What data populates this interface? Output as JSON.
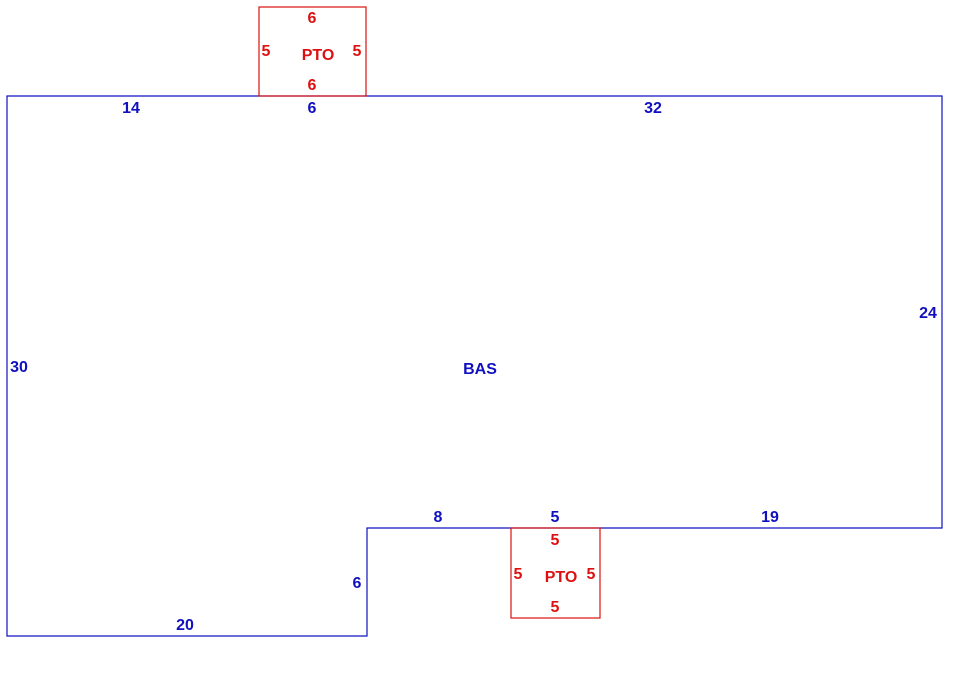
{
  "colors": {
    "base": "#1010c0",
    "addition": "#dd1111"
  },
  "base": {
    "label": "BAS",
    "dimensions": {
      "top_left": "14",
      "top_mid": "6",
      "top_right": "32",
      "right": "24",
      "left": "30",
      "bottom_left": "20",
      "step_vertical": "6",
      "step_top": "8",
      "step_mid": "5",
      "step_right": "19"
    }
  },
  "pto_top": {
    "label": "PTO",
    "top": "6",
    "bottom": "6",
    "left": "5",
    "right": "5"
  },
  "pto_bottom": {
    "label": "PTO",
    "top": "5",
    "bottom": "5",
    "left": "5",
    "right": "5"
  }
}
